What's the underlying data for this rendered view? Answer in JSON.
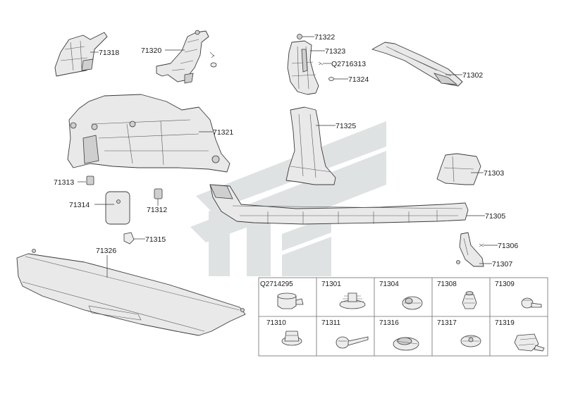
{
  "diagram": {
    "labels": {
      "p71318": "71318",
      "p71320": "71320",
      "p71322": "71322",
      "p71323": "71323",
      "pQ2716313": "Q2716313",
      "p71324": "71324",
      "p71302": "71302",
      "p71321": "71321",
      "p71325": "71325",
      "p71303": "71303",
      "p71313": "71313",
      "p71314": "71314",
      "p71312": "71312",
      "p71305": "71305",
      "p71315": "71315",
      "p71306": "71306",
      "p71307": "71307",
      "p71326": "71326"
    },
    "fastener_table": {
      "row1": [
        "Q2714295",
        "71301",
        "71304",
        "71308",
        "71309"
      ],
      "row2": [
        "71310",
        "71311",
        "71316",
        "71317",
        "71319"
      ]
    }
  }
}
